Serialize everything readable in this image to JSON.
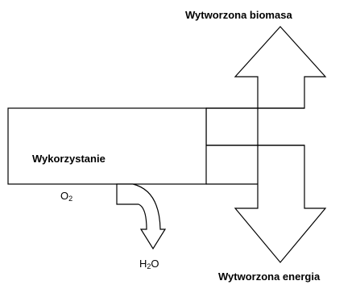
{
  "diagram": {
    "labels": {
      "top_output": "Wytworzona biomasa",
      "process": "Wykorzystanie",
      "input_o2_base": "O",
      "input_o2_sub": "2",
      "water_pre": "H",
      "water_sub": "2",
      "water_post": "O",
      "bottom_output": "Wytworzona energia"
    },
    "colors": {
      "stroke": "#000000",
      "fill": "#ffffff",
      "text": "#000000"
    }
  }
}
